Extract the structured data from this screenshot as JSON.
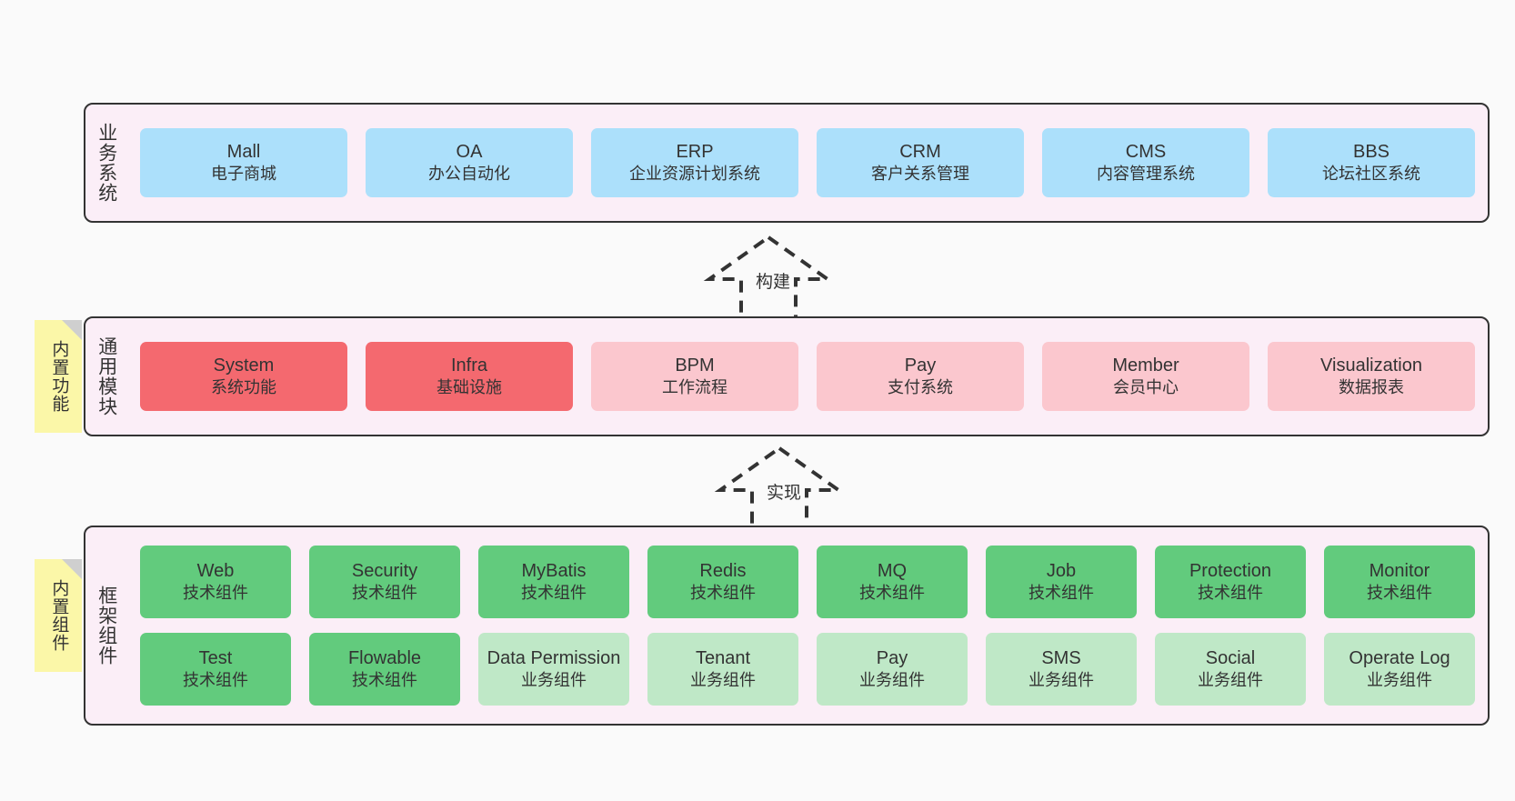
{
  "diagram": {
    "colors": {
      "band_background": "#fbeef7",
      "band_border": "#333333",
      "blue": "#ace0fb",
      "red": "#f4696f",
      "pink": "#fbc7ce",
      "green": "#62cb7d",
      "light_green": "#bfe8c7",
      "note_yellow": "#fbf7a8",
      "note_fold": "#cfcfcf",
      "page_background": "#fafafa"
    }
  },
  "layers": {
    "business": {
      "title": "业务系统",
      "cards": [
        {
          "en": "Mall",
          "cn": "电子商城",
          "color": "blue"
        },
        {
          "en": "OA",
          "cn": "办公自动化",
          "color": "blue"
        },
        {
          "en": "ERP",
          "cn": "企业资源计划系统",
          "color": "blue"
        },
        {
          "en": "CRM",
          "cn": "客户关系管理",
          "color": "blue"
        },
        {
          "en": "CMS",
          "cn": "内容管理系统",
          "color": "blue"
        },
        {
          "en": "BBS",
          "cn": "论坛社区系统",
          "color": "blue"
        }
      ]
    },
    "common": {
      "title": "通用模块",
      "cards": [
        {
          "en": "System",
          "cn": "系统功能",
          "color": "red"
        },
        {
          "en": "Infra",
          "cn": "基础设施",
          "color": "red"
        },
        {
          "en": "BPM",
          "cn": "工作流程",
          "color": "pink"
        },
        {
          "en": "Pay",
          "cn": "支付系统",
          "color": "pink"
        },
        {
          "en": "Member",
          "cn": "会员中心",
          "color": "pink"
        },
        {
          "en": "Visualization",
          "cn": "数据报表",
          "color": "pink"
        }
      ]
    },
    "framework": {
      "title": "框架组件",
      "row1": [
        {
          "en": "Web",
          "cn": "技术组件",
          "color": "green"
        },
        {
          "en": "Security",
          "cn": "技术组件",
          "color": "green"
        },
        {
          "en": "MyBatis",
          "cn": "技术组件",
          "color": "green"
        },
        {
          "en": "Redis",
          "cn": "技术组件",
          "color": "green"
        },
        {
          "en": "MQ",
          "cn": "技术组件",
          "color": "green"
        },
        {
          "en": "Job",
          "cn": "技术组件",
          "color": "green"
        },
        {
          "en": "Protection",
          "cn": "技术组件",
          "color": "green"
        },
        {
          "en": "Monitor",
          "cn": "技术组件",
          "color": "green"
        }
      ],
      "row2": [
        {
          "en": "Test",
          "cn": "技术组件",
          "color": "green"
        },
        {
          "en": "Flowable",
          "cn": "技术组件",
          "color": "green"
        },
        {
          "en": "Data Permission",
          "cn": "业务组件",
          "color": "lightgreen"
        },
        {
          "en": "Tenant",
          "cn": "业务组件",
          "color": "lightgreen"
        },
        {
          "en": "Pay",
          "cn": "业务组件",
          "color": "lightgreen"
        },
        {
          "en": "SMS",
          "cn": "业务组件",
          "color": "lightgreen"
        },
        {
          "en": "Social",
          "cn": "业务组件",
          "color": "lightgreen"
        },
        {
          "en": "Operate Log",
          "cn": "业务组件",
          "color": "lightgreen"
        }
      ]
    }
  },
  "connectors": {
    "build": {
      "label": "构建"
    },
    "implement": {
      "label": "实现"
    }
  },
  "notes": {
    "features": {
      "label": "内置功能"
    },
    "components": {
      "label": "内置组件"
    }
  }
}
